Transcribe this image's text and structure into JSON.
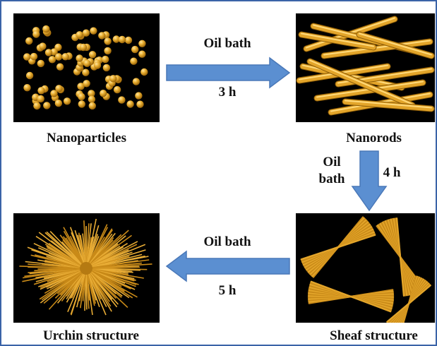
{
  "panels": {
    "nanoparticles": "Nanoparticles",
    "nanorods": "Nanorods",
    "sheaf": "Sheaf structure",
    "urchin": "Urchin structure"
  },
  "steps": {
    "step1": {
      "condition": "Oil bath",
      "time": "3 h"
    },
    "step2": {
      "condition_line1": "Oil",
      "condition_line2": "bath",
      "time": "4 h"
    },
    "step3": {
      "condition": "Oil bath",
      "time": "5 h"
    }
  },
  "colors": {
    "frame": "#3a63a8",
    "arrow": "#5b8fd1",
    "arrow_edge": "#4a78b8",
    "gold": "#e3a52a",
    "panel_bg": "#000000"
  }
}
